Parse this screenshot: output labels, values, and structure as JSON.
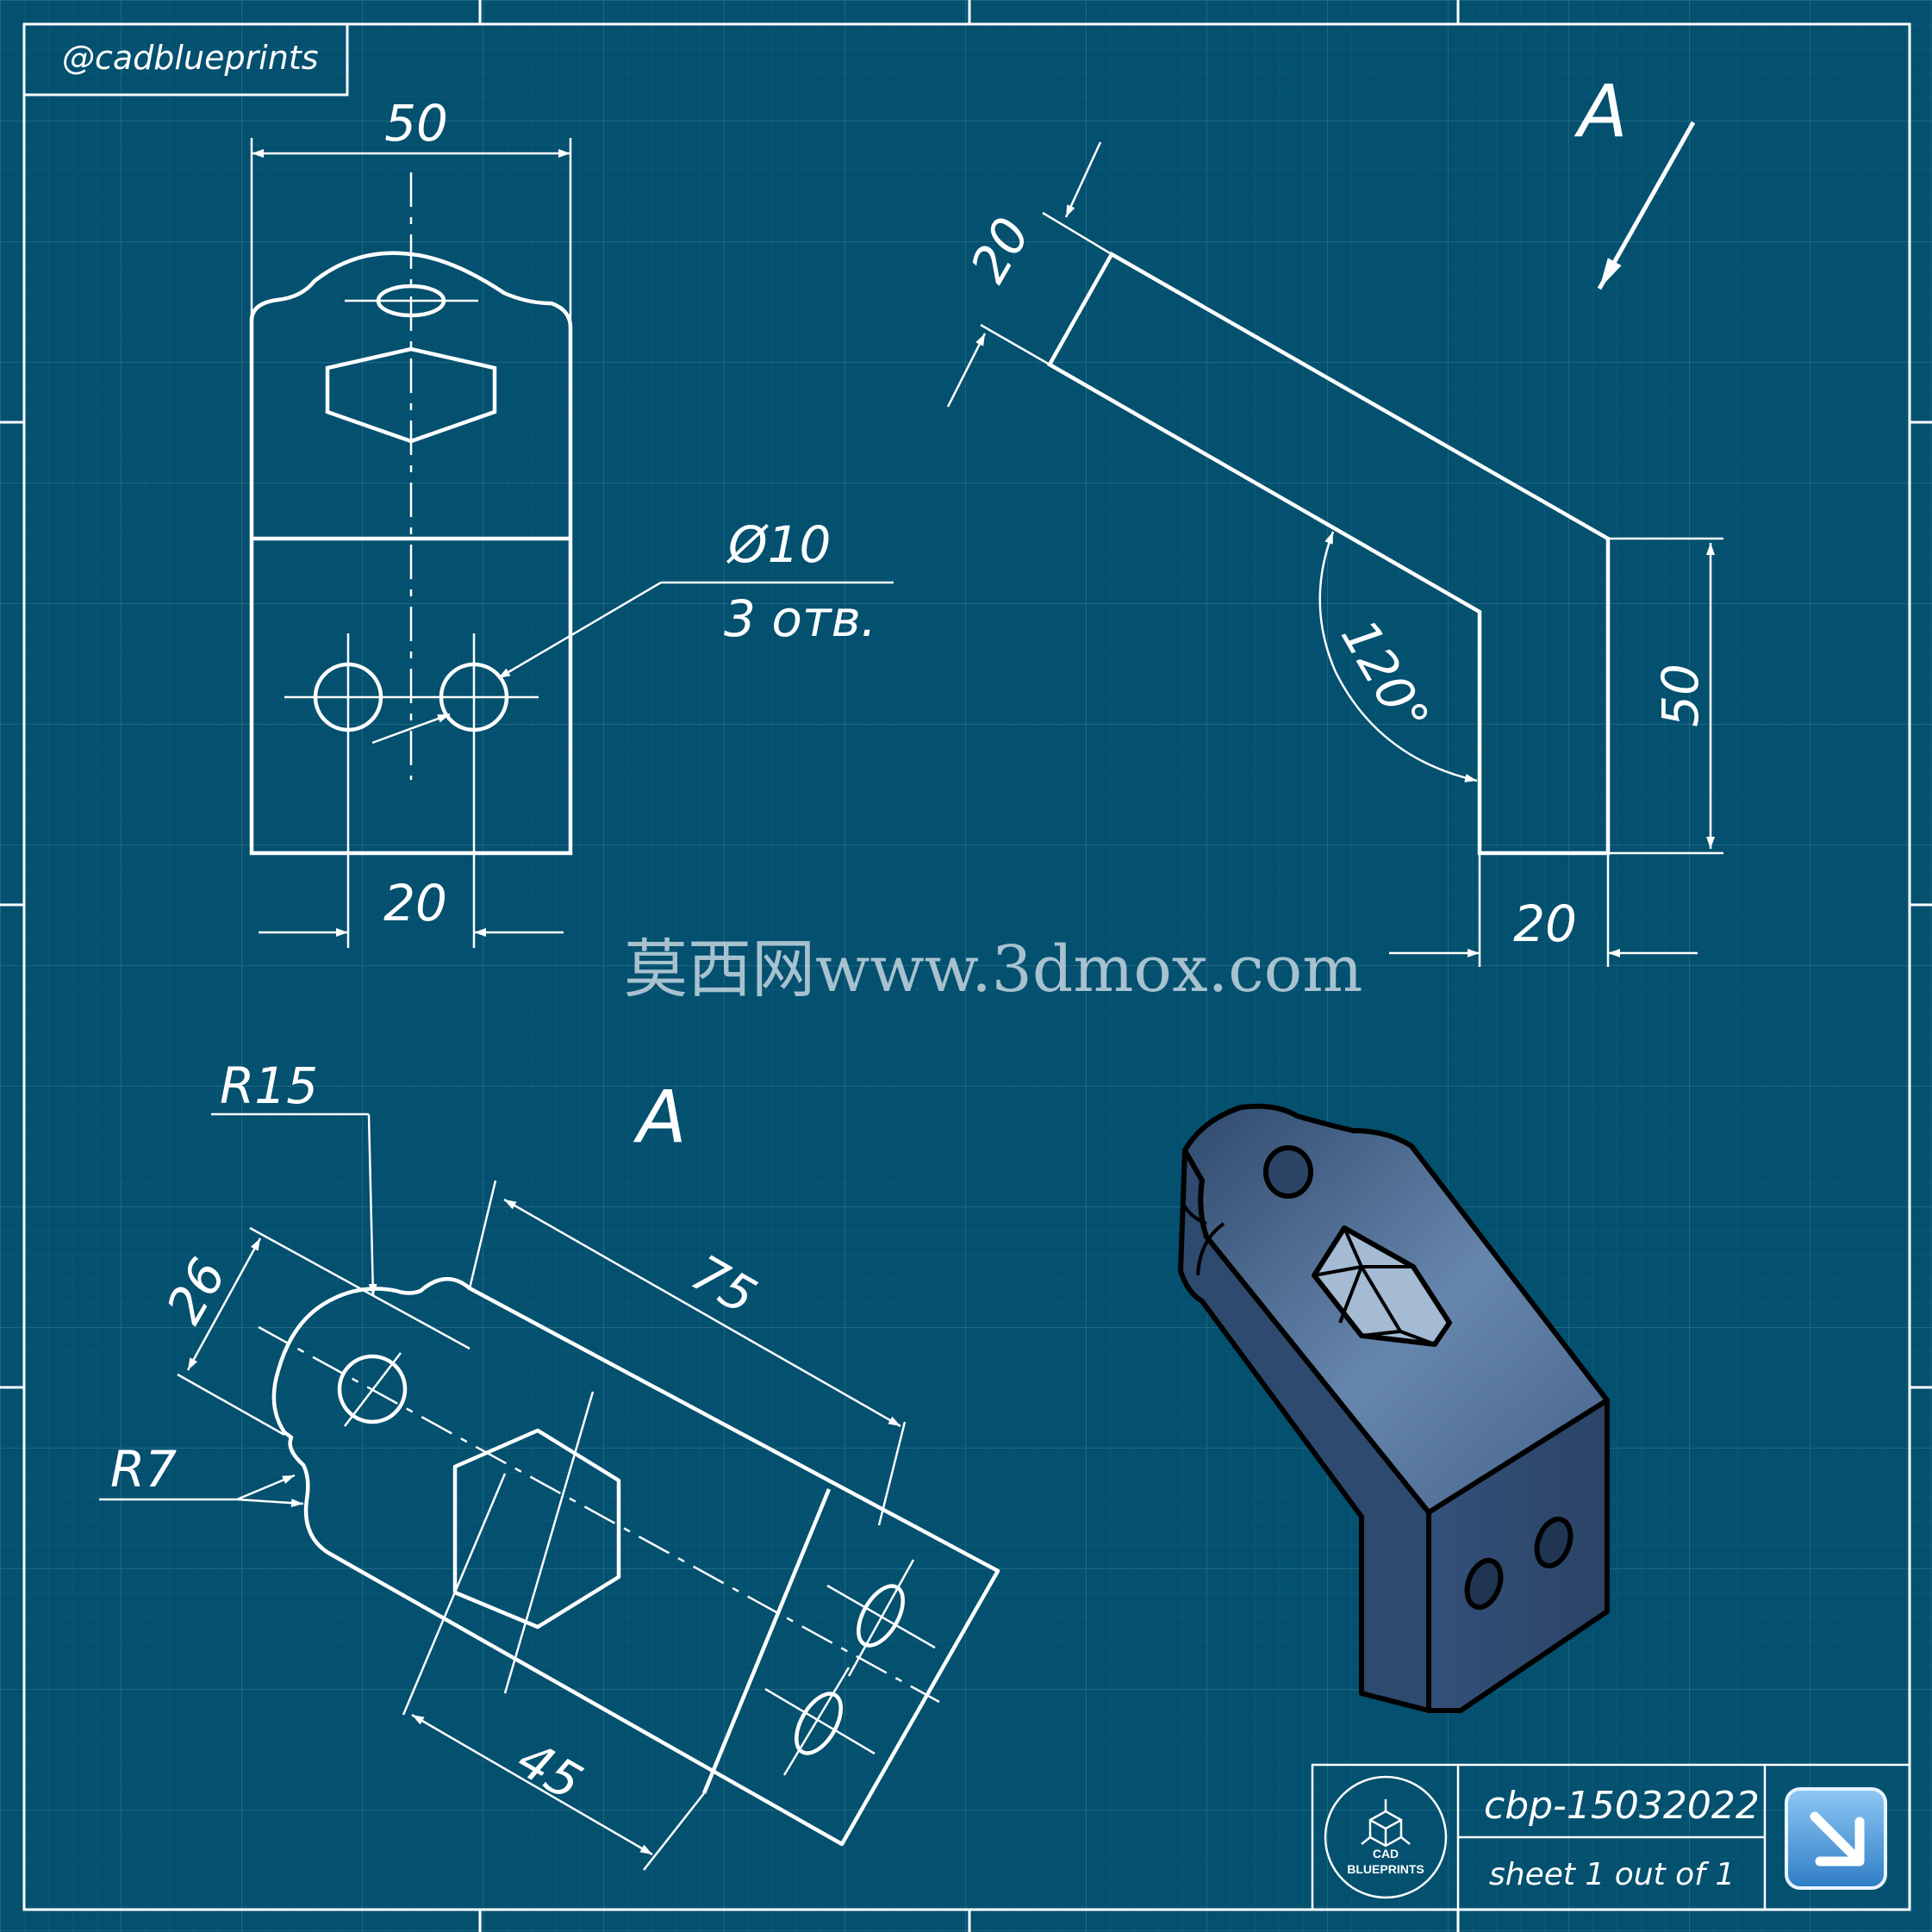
{
  "watermark_handle": "@cadblueprints",
  "watermark_site": "莫西网www.3dmox.com",
  "views": {
    "view_label_top": "A",
    "view_label_auxiliary": "A"
  },
  "dimensions": {
    "front_width": "50",
    "front_bottom_width": "20",
    "hole_diameter": "Ø10",
    "hole_count": "3 отв.",
    "side_thickness": "20",
    "side_angle": "120°",
    "side_height": "50",
    "side_bottom_width": "20",
    "aux_radius_large": "R15",
    "aux_radius_small": "R7",
    "aux_width": "26",
    "aux_length": "75",
    "aux_offset": "45"
  },
  "title_block": {
    "drawing_code": "cbp-15032022",
    "sheet_info": "sheet 1 out of 1",
    "logo_line1": "CAD",
    "logo_line2": "BLUEPRINTS"
  },
  "colors": {
    "background": "#03506f",
    "line": "#ffffff",
    "model_body": "#3e5b7d",
    "model_highlight": "#7c9bbf"
  },
  "icons": {
    "corner_badge": "arrow-down-right-icon",
    "logo": "cube-axes-icon"
  }
}
